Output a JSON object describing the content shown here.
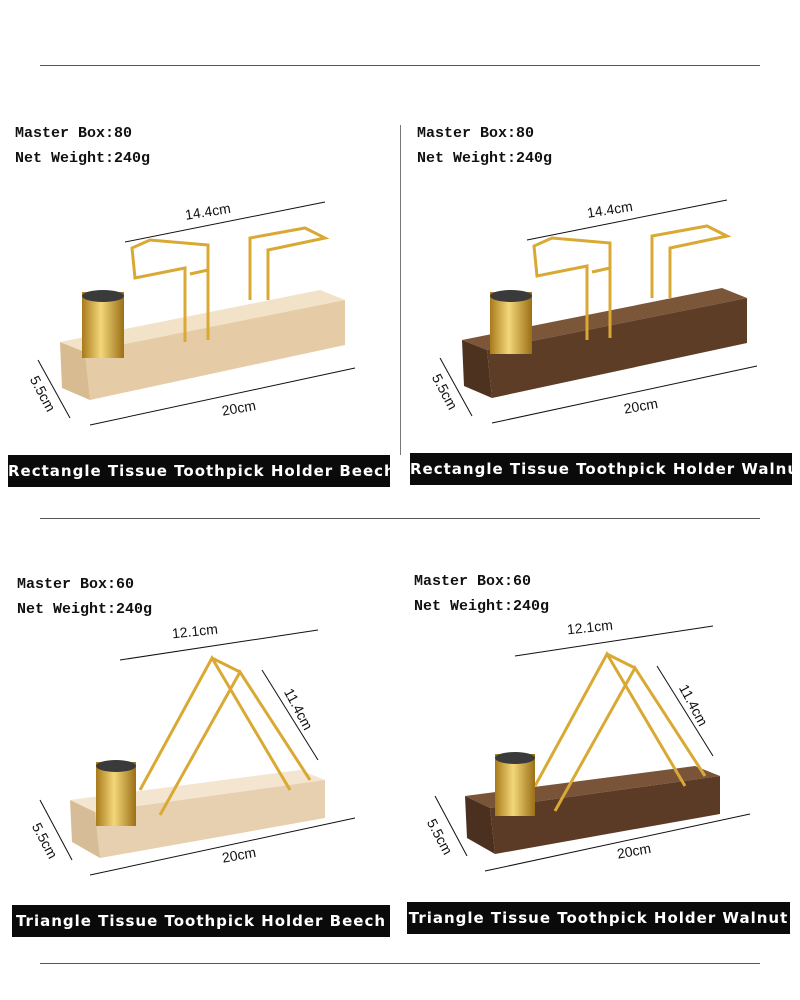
{
  "products": [
    {
      "master_box": "Master Box:80",
      "net_weight": "Net Weight:240g",
      "dims": {
        "top": "14.4cm",
        "length": "20cm",
        "depth": "5.5cm"
      },
      "title": "Rectangle Tissue Toothpick Holder Beech",
      "wood_color": "#e9d4b4"
    },
    {
      "master_box": "Master Box:80",
      "net_weight": "Net Weight:240g",
      "dims": {
        "top": "14.4cm",
        "length": "20cm",
        "depth": "5.5cm"
      },
      "title": "Rectangle Tissue Toothpick Holder Walnut",
      "wood_color": "#6e4a30"
    },
    {
      "master_box": "Master Box:60",
      "net_weight": "Net Weight:240g",
      "dims": {
        "top": "12.1cm",
        "height": "11.4cm",
        "length": "20cm",
        "depth": "5.5cm"
      },
      "title": "Triangle Tissue Toothpick Holder Beech",
      "wood_color": "#eddcc2"
    },
    {
      "master_box": "Master Box:60",
      "net_weight": "Net Weight:240g",
      "dims": {
        "top": "12.1cm",
        "height": "11.4cm",
        "length": "20cm",
        "depth": "5.5cm"
      },
      "title": "Triangle Tissue Toothpick Holder Walnut",
      "wood_color": "#6b4630"
    }
  ]
}
